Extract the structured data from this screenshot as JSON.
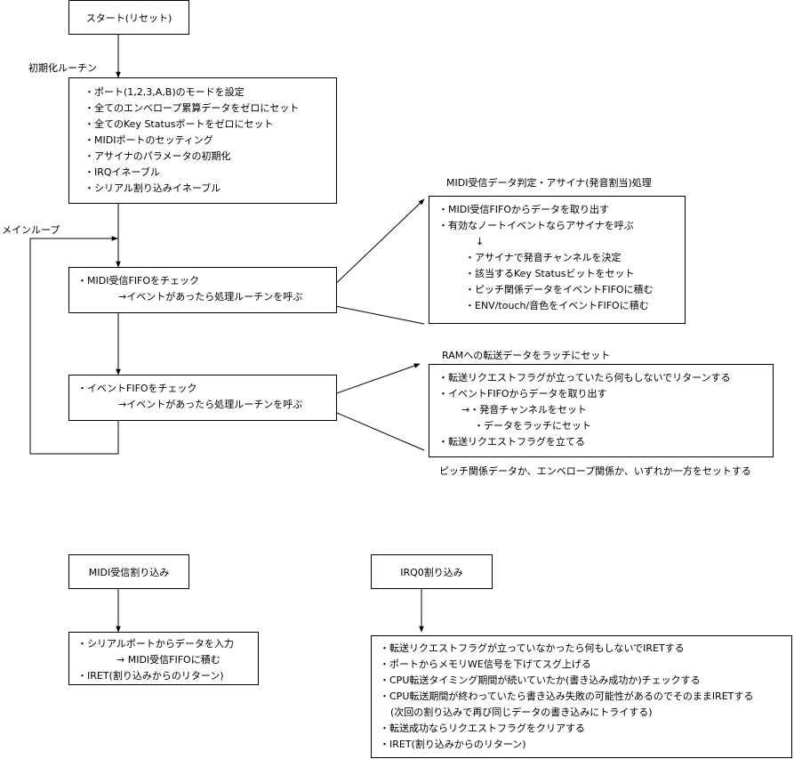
{
  "start": {
    "label": "スタート(リセット)"
  },
  "init": {
    "label": "初期化ルーチン",
    "items": [
      "・ポート(1,2,3,A,B)のモードを設定",
      "・全てのエンベロープ累算データをゼロにセット",
      "・全てのKey Statusポートをゼロにセット",
      "・MIDIポートのセッティング",
      "・アサイナのパラメータの初期化",
      "・IRQイネーブル",
      "・シリアル割り込みイネーブル"
    ]
  },
  "main_loop": {
    "label": "メインループ"
  },
  "midi_check": {
    "items": [
      "・MIDI受信FIFOをチェック",
      "→イベントがあったら処理ルーチンを呼ぶ"
    ]
  },
  "event_check": {
    "items": [
      "・イベントFIFOをチェック",
      "→イベントがあったら処理ルーチンを呼ぶ"
    ]
  },
  "assigner": {
    "title": "MIDI受信データ判定・アサイナ(発音割当)処理",
    "items": [
      "・MIDI受信FIFOからデータを取り出す",
      "・有効なノートイベントならアサイナを呼ぶ",
      "↓",
      "・アサイナで発音チャンネルを決定",
      "・該当するKey Statusビットをセット",
      "・ピッチ関係データをイベントFIFOに積む",
      "・ENV/touch/音色をイベントFIFOに積む"
    ]
  },
  "latch": {
    "title": "RAMへの転送データをラッチにセット",
    "items": [
      "・転送リクエストフラグが立っていたら何もしないでリターンする",
      "・イベントFIFOからデータを取り出す",
      "→・発音チャンネルをセット",
      "・データをラッチにセット",
      "・転送リクエストフラグを立てる"
    ],
    "note": "ピッチ関係データか、エンベロープ関係か、いずれか一方をセットする"
  },
  "midi_irq": {
    "title": "MIDI受信割り込み",
    "items": [
      "・シリアルポートからデータを入力",
      "→ MIDI受信FIFOに積む",
      "・IRET(割り込みからのリターン)"
    ]
  },
  "irq0": {
    "title": "IRQ0割り込み",
    "items": [
      "・転送リクエストフラグが立っていなかったら何もしないでIRETする",
      "・ポートからメモリWE信号を下げてスグ上げる",
      "・CPU転送タイミング期間が続いていたか(書き込み成功か)チェックする",
      "・CPU転送期間が終わっていたら書き込み失敗の可能性があるのでそのままIRETする",
      "(次回の割り込みで再び同じデータの書き込みにトライする)",
      "・転送成功ならリクエストフラグをクリアする",
      "・IRET(割り込みからのリターン)"
    ]
  }
}
